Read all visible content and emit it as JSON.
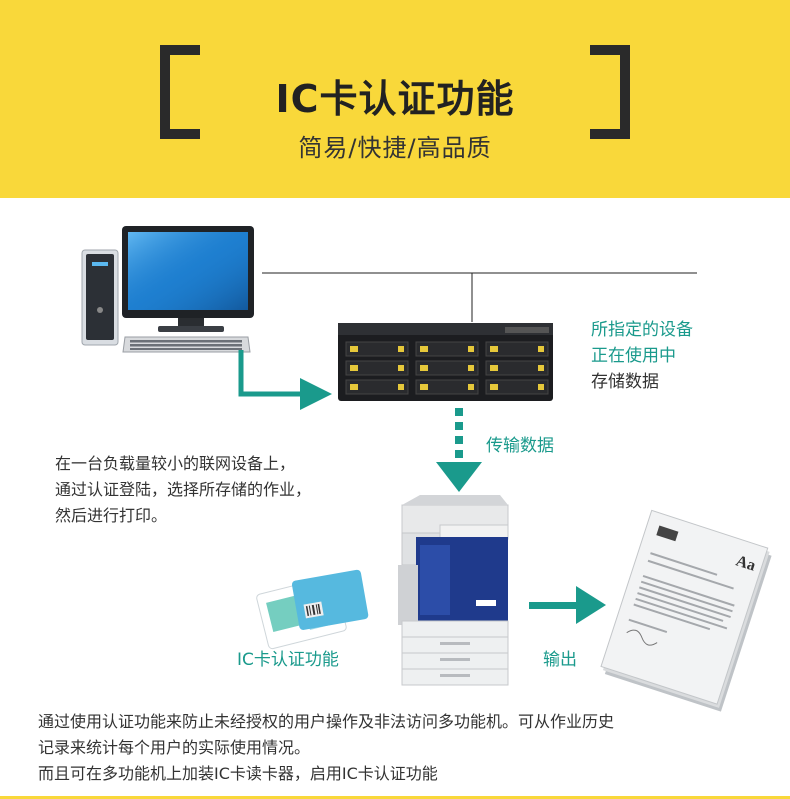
{
  "header": {
    "title": "IC卡认证功能",
    "subtitle": "简易/快捷/高品质"
  },
  "server_note": {
    "line1": "所指定的设备",
    "line2": "正在使用中",
    "line3": "存储数据"
  },
  "transfer_label": "传输数据",
  "left_note": {
    "line1": "在一台负载量较小的联网设备上，",
    "line2": "通过认证登陆，选择所存储的作业，",
    "line3": "然后进行打印。"
  },
  "card_label": "IC卡认证功能",
  "output_label": "输出",
  "bottom": {
    "line1": "通过使用认证功能来防止未经授权的用户操作及非法访问多功能机。可从作业历史",
    "line2": "记录来统计每个用户的实际使用情况。",
    "line3": "而且可在多功能机上加装IC卡读卡器，启用IC卡认证功能"
  },
  "colors": {
    "header_bg": "#f9d83a",
    "accent": "#1a9a8c",
    "frame": "#2a2a2a"
  },
  "icons": [
    "computer-icon",
    "server-icon",
    "printer-icon",
    "ic-card-icon",
    "document-stack-icon",
    "arrow-right-icon",
    "arrow-down-icon"
  ]
}
